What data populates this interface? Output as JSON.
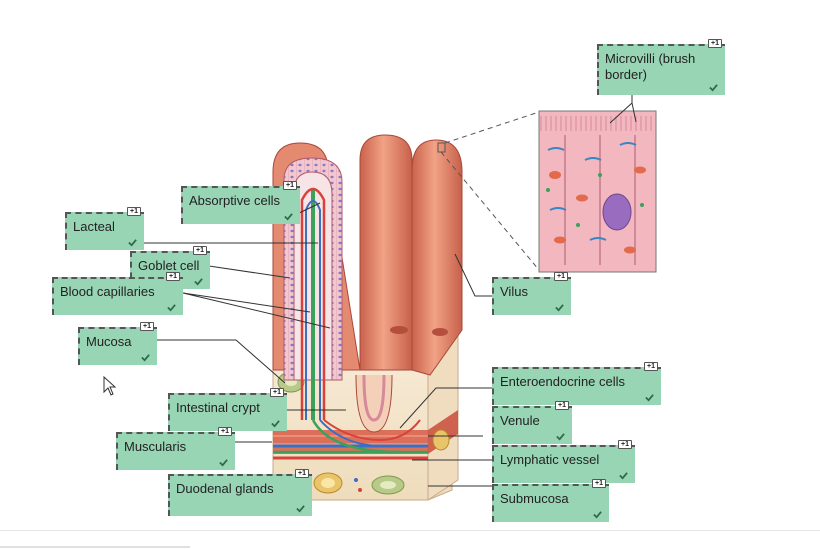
{
  "labels": [
    {
      "text": "Microvilli (brush border)",
      "badge": "+1"
    },
    {
      "text": "Absorptive cells",
      "badge": "+1"
    },
    {
      "text": "Lacteal",
      "badge": "+1"
    },
    {
      "text": "Goblet cell",
      "badge": "+1"
    },
    {
      "text": "Blood capillaries",
      "badge": "+1"
    },
    {
      "text": "Vilus",
      "badge": "+1"
    },
    {
      "text": "Mucosa",
      "badge": "+1"
    },
    {
      "text": "Enteroendocrine cells",
      "badge": "+1"
    },
    {
      "text": "Intestinal crypt",
      "badge": "+1"
    },
    {
      "text": "Venule",
      "badge": "+1"
    },
    {
      "text": "Muscularis",
      "badge": "+1"
    },
    {
      "text": "Lymphatic vessel",
      "badge": "+1"
    },
    {
      "text": "Duodenal glands",
      "badge": "+1"
    },
    {
      "text": "Submucosa",
      "badge": "+1"
    }
  ],
  "colors": {
    "label_bg": "#98d5b5",
    "check": "#2e6b4a",
    "tissue": "#e0826a",
    "artery": "#d9423a",
    "vein": "#3a6fc4",
    "lacteal": "#3aa25a"
  },
  "icons": [
    "checkmark-icon",
    "cursor-arrow-icon"
  ]
}
